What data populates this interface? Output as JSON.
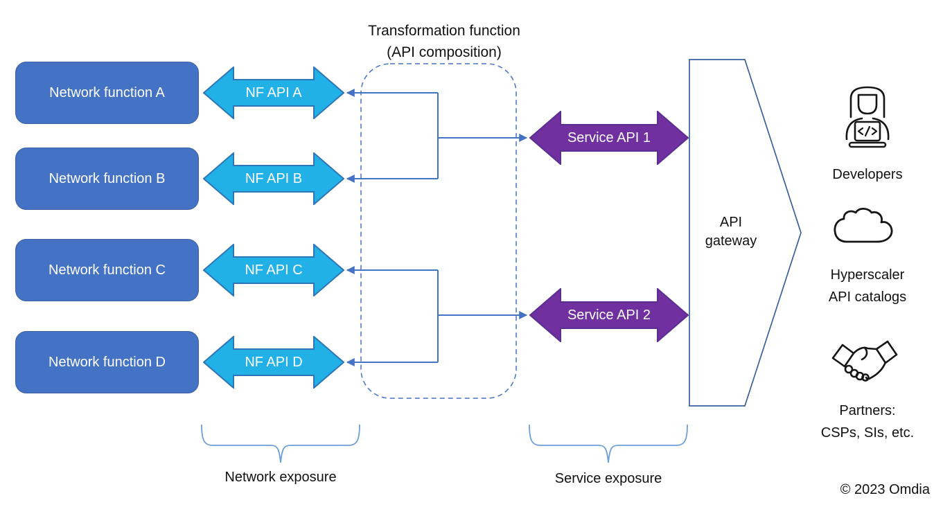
{
  "title": {
    "line1": "Transformation function",
    "line2": "(API composition)"
  },
  "network_functions": [
    {
      "label": "Network function A"
    },
    {
      "label": "Network function B"
    },
    {
      "label": "Network function C"
    },
    {
      "label": "Network function D"
    }
  ],
  "nf_apis": [
    {
      "label": "NF API A"
    },
    {
      "label": "NF API B"
    },
    {
      "label": "NF API C"
    },
    {
      "label": "NF API D"
    }
  ],
  "service_apis": [
    {
      "label": "Service API 1"
    },
    {
      "label": "Service API 2"
    }
  ],
  "gateway": {
    "line1": "API",
    "line2": "gateway"
  },
  "exposure": {
    "network": "Network exposure",
    "service": "Service exposure"
  },
  "consumers": [
    {
      "icon": "developer-icon",
      "line1": "Developers"
    },
    {
      "icon": "cloud-icon",
      "line1": "Hyperscaler",
      "line2": "API catalogs"
    },
    {
      "icon": "handshake-icon",
      "line1": "Partners:",
      "line2": "CSPs, SIs, etc."
    }
  ],
  "copyright": "© 2023 Omdia",
  "colors": {
    "nf_box_fill": "#4472C4",
    "nf_box_border": "#3A5F9E",
    "nf_api_fill": "#22B1E7",
    "nf_api_border": "#2E75B6",
    "service_api_fill": "#7030A0",
    "service_api_border": "#5C2E91",
    "connector": "#4472C4",
    "brace": "#6E9ED9",
    "gateway_border": "#3A5F9E",
    "arrow_label_text": "#FFFFFF",
    "text": "#111111"
  }
}
